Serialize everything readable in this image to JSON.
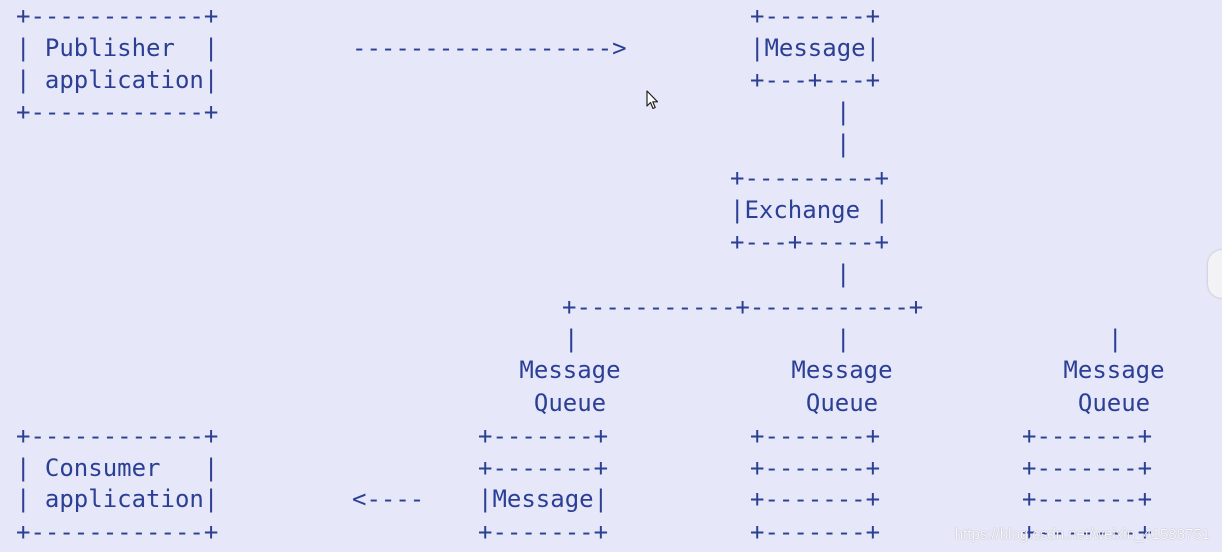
{
  "diagram": {
    "publisher_box": {
      "border": "+------------+",
      "line1": "| Publisher  |",
      "line2": "| application|"
    },
    "publish_arrow": "------------------>",
    "message_top": {
      "top": "+-------+",
      "label": "|Message|",
      "bottom": "+---+---+"
    },
    "exchange": {
      "top": "+---------+",
      "label": "|Exchange |",
      "bottom": "+---+-----+"
    },
    "pipe": "|",
    "fanout_line": "+-----------+-----------+",
    "queues": [
      {
        "line1": "Message",
        "line2": "Queue"
      },
      {
        "line1": "Message",
        "line2": "Queue"
      },
      {
        "line1": "Message",
        "line2": "Queue"
      }
    ],
    "queue_border": "+-------+",
    "queue_message_label": "|Message|",
    "consumer_box": {
      "border": "+------------+",
      "line1": "| Consumer   |",
      "line2": "| application|"
    },
    "consume_arrow": "<----"
  },
  "watermark": "https://blog.csdn.net/weixin_41588751",
  "icons": {
    "cursor": "mouse-pointer-icon"
  }
}
